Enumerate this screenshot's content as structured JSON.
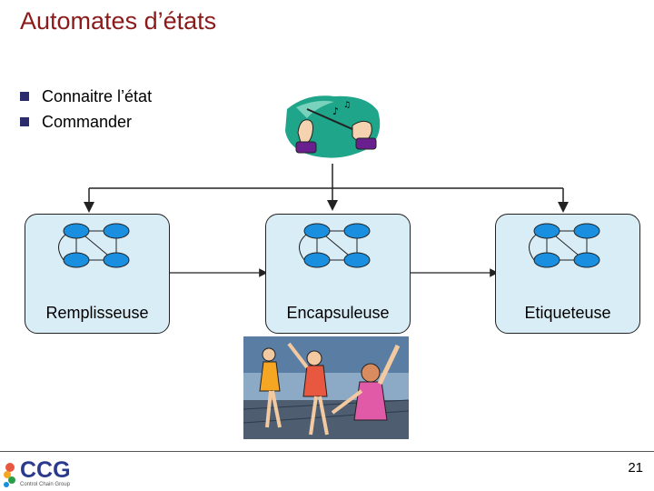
{
  "slide": {
    "title": "Automates d’états",
    "bullets": [
      "Connaitre l’état",
      "Commander"
    ],
    "page_number": "21"
  },
  "machines": [
    {
      "label": "Remplisseuse"
    },
    {
      "label": "Encapsuleuse"
    },
    {
      "label": "Etiqueteuse"
    }
  ],
  "footer": {
    "logo_text": "CCG",
    "logo_subtitle": "Control Chain Group"
  },
  "colors": {
    "title": "#8b1a1a",
    "machine_fill": "#d9edf7",
    "state_fill": "#1a8fe0",
    "bullet": "#2b2b6e"
  },
  "icons": {
    "conductor": "conductor-hands-clipart",
    "dancers": "ballet-dancers-clipart"
  }
}
